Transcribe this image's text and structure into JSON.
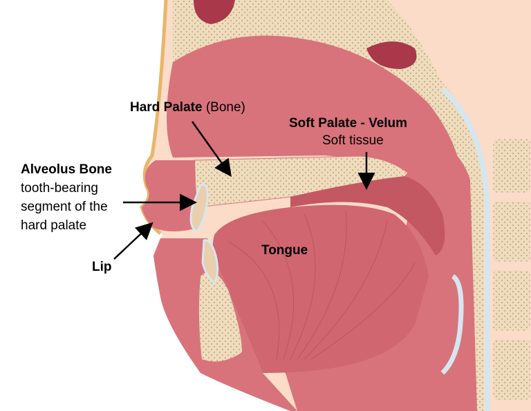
{
  "labels": {
    "hard_palate_title": "Hard Palate",
    "hard_palate_note": "(Bone)",
    "soft_palate_title": "Soft Palate - Velum",
    "soft_palate_note": "Soft tissue",
    "alveolus_title": "Alveolus Bone",
    "alveolus_line1": "tooth-bearing",
    "alveolus_line2": "segment of the",
    "alveolus_line3": "hard palate",
    "lip": "Lip",
    "tongue": "Tongue"
  },
  "colors": {
    "skin": "#fbdcc9",
    "flesh": "#d8737b",
    "flesh_dark": "#c45862",
    "cavity": "#e08c96",
    "bone": "#efdcbc",
    "fat": "#e8b56a",
    "membrane": "#d6e6ee",
    "arrow": "#000000"
  }
}
